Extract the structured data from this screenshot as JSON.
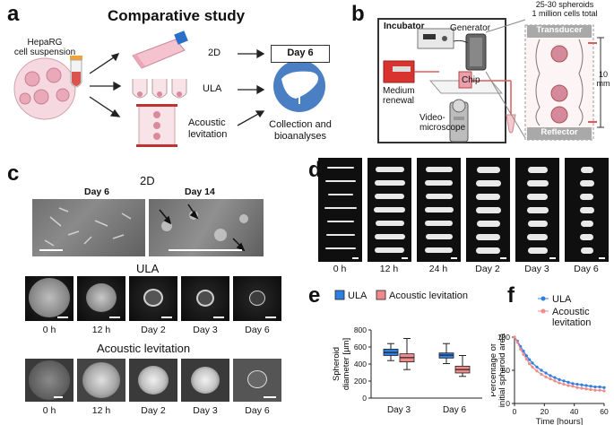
{
  "panel_a": {
    "label": "a",
    "title": "Comparative study",
    "cell_text": [
      "HepaRG",
      "cell suspension"
    ],
    "cond_2d": "2D",
    "cond_ula": "ULA",
    "cond_acoustic": [
      "Acoustic",
      "levitation"
    ],
    "day_box": "Day 6",
    "collection": [
      "Collection and",
      "bioanalyses"
    ]
  },
  "panel_b": {
    "label": "b",
    "incubator": "Incubator",
    "generator": "Generator",
    "chip": "Chip",
    "medium": [
      "Medium",
      "renewal"
    ],
    "video": [
      "Video-",
      "microscope"
    ],
    "spheroids": [
      "25-30 spheroids",
      "1 million cells total"
    ],
    "transducer": "Transducer",
    "reflector": "Reflector",
    "dimension": [
      "10",
      "mm"
    ]
  },
  "panel_c": {
    "label": "c",
    "title_2d": "2D",
    "day6": "Day 6",
    "day14": "Day 14",
    "title_ula": "ULA",
    "ula_times": [
      "0 h",
      "12 h",
      "Day 2",
      "Day 3",
      "Day 6"
    ],
    "title_acoustic": "Acoustic levitation",
    "acoustic_times": [
      "0 h",
      "12 h",
      "Day 2",
      "Day 3",
      "Day 6"
    ]
  },
  "panel_d": {
    "label": "d",
    "times": [
      "0 h",
      "12 h",
      "24 h",
      "Day 2",
      "Day 3",
      "Day 6"
    ]
  },
  "colors": {
    "ula": "#2f7fe0",
    "acoustic": "#f08a8a",
    "panel_border": "#333333"
  },
  "chart_data": [
    {
      "panel": "e",
      "type": "box",
      "legend": [
        "ULA",
        "Acoustic levitation"
      ],
      "legend_position": "top",
      "ylabel": [
        "Spheroid",
        "diameter [µm]"
      ],
      "categories": [
        "Day 3",
        "Day 6"
      ],
      "ylim": [
        0,
        800
      ],
      "yticks": [
        0,
        200,
        400,
        600,
        800
      ],
      "series": [
        {
          "name": "ULA",
          "boxes": [
            {
              "min": 440,
              "q1": 500,
              "median": 535,
              "q3": 575,
              "max": 640
            },
            {
              "min": 405,
              "q1": 470,
              "median": 505,
              "q3": 530,
              "max": 640
            }
          ]
        },
        {
          "name": "Acoustic levitation",
          "boxes": [
            {
              "min": 335,
              "q1": 425,
              "median": 475,
              "q3": 520,
              "max": 700
            },
            {
              "min": 255,
              "q1": 295,
              "median": 335,
              "q3": 375,
              "max": 500
            }
          ]
        }
      ]
    },
    {
      "panel": "f",
      "type": "line",
      "legend": [
        "ULA",
        [
          "Acoustic",
          "levitation"
        ]
      ],
      "legend_position": "top-right",
      "ylabel": [
        "Percentage of",
        "initial spheroid area"
      ],
      "xlabel": "Time [hours]",
      "xlim": [
        0,
        60
      ],
      "ylim": [
        0,
        100
      ],
      "xticks": [
        0,
        20,
        40,
        60
      ],
      "yticks": [
        0,
        50,
        100
      ],
      "x": [
        0,
        2,
        4,
        6,
        8,
        10,
        12,
        15,
        18,
        21,
        24,
        27,
        30,
        33,
        36,
        39,
        42,
        45,
        48,
        51,
        54,
        57,
        60
      ],
      "series": [
        {
          "name": "ULA",
          "values": [
            100,
            94,
            86,
            79,
            72,
            66,
            61,
            55,
            50,
            46,
            42,
            39,
            36,
            34,
            32,
            30,
            29,
            28,
            27,
            26,
            25,
            25,
            24
          ]
        },
        {
          "name": "Acoustic levitation",
          "values": [
            100,
            92,
            82,
            74,
            67,
            60,
            55,
            49,
            44,
            40,
            37,
            34,
            31,
            29,
            27,
            26,
            24,
            23,
            22,
            21,
            20,
            20,
            19
          ]
        }
      ]
    }
  ]
}
